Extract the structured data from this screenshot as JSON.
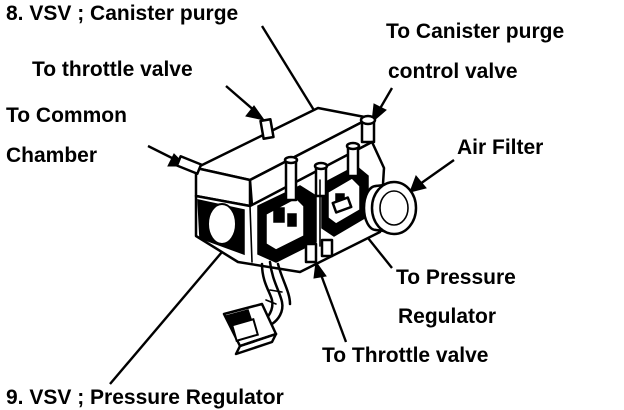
{
  "labels": {
    "vsv_canister_purge": "8. VSV ; Canister purge",
    "to_canister_purge_line1": "To Canister purge",
    "to_canister_purge_line2": "control valve",
    "to_throttle_valve_upper": "To throttle valve",
    "to_common_line1": "To Common",
    "to_common_line2": "Chamber",
    "air_filter": "Air Filter",
    "to_pressure_line1": "To Pressure",
    "to_pressure_line2": "Regulator",
    "to_throttle_valve_lower": "To Throttle valve",
    "vsv_pressure_regulator": "9. VSV ; Pressure Regulator"
  },
  "colors": {
    "ink": "#000000",
    "background": "#ffffff"
  }
}
